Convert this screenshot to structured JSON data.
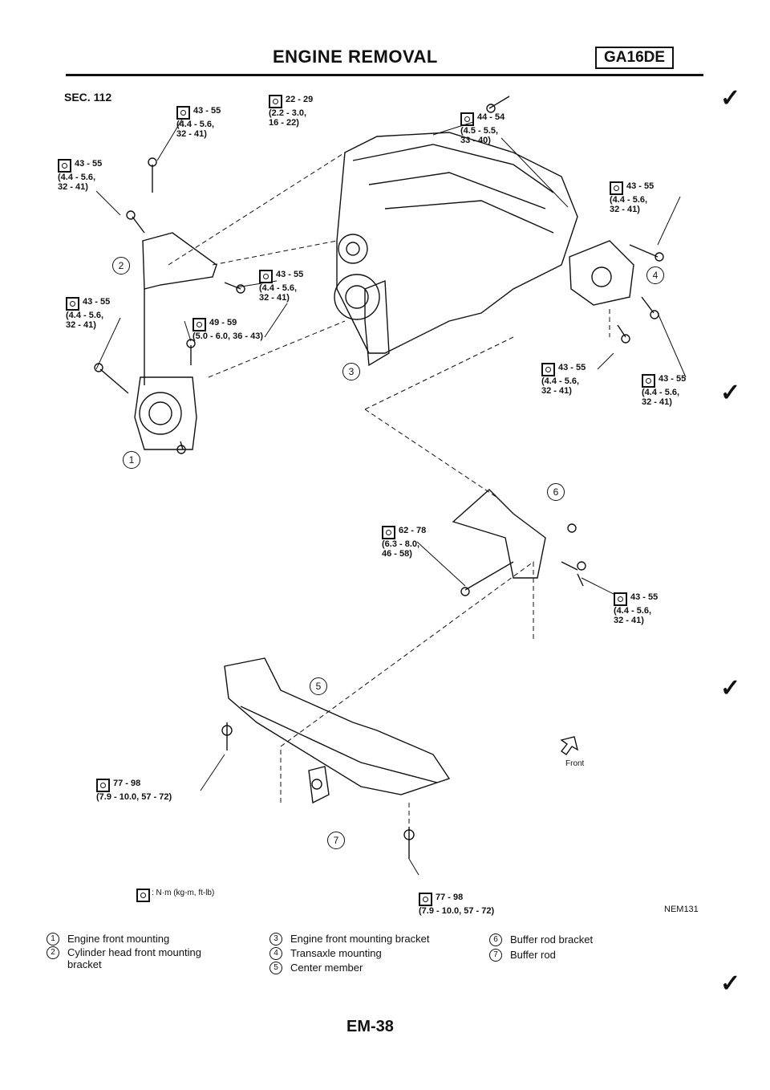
{
  "header": {
    "title": "ENGINE REMOVAL",
    "badge": "GA16DE"
  },
  "section": "SEC. 112",
  "torques": {
    "t1": "43 - 55\n(4.4 - 5.6,\n32 - 41)",
    "t2": "22 - 29\n(2.2 - 3.0,\n16 - 22)",
    "t3": "44 - 54\n(4.5 - 5.5,\n33 - 40)",
    "t4": "43 - 55\n(4.4 - 5.6,\n32 - 41)",
    "t5": "43 - 55\n(4.4 - 5.6,\n32 - 41)",
    "t6": "43 - 55\n(4.4 - 5.6,\n32 - 41)",
    "t7": "43 - 55\n(4.4 - 5.6,\n32 - 41)",
    "t8": "49 - 59\n(5.0 - 6.0, 36 - 43)",
    "t9": "43 - 55\n(4.4 - 5.6,\n32 - 41)",
    "t10": "43 - 55\n(4.4 - 5.6,\n32 - 41)",
    "t11": "62 - 78\n(6.3 - 8.0,\n46 - 58)",
    "t12": "43 - 55\n(4.4 - 5.6,\n32 - 41)",
    "t13": "77 - 98\n(7.9 - 10.0, 57 - 72)",
    "t14": "77 - 98\n(7.9 - 10.0, 57 - 72)"
  },
  "callouts": {
    "c1": "1",
    "c2": "2",
    "c3": "3",
    "c4": "4",
    "c5": "5",
    "c6": "6",
    "c7": "7"
  },
  "front_label": "Front",
  "unit_note": ": N·m (kg-m, ft-lb)",
  "figure_code": "NEM131",
  "legend": [
    {
      "num": "1",
      "text": "Engine front mounting"
    },
    {
      "num": "2",
      "text": "Cylinder head front mounting\nbracket"
    },
    {
      "num": "3",
      "text": "Engine front mounting bracket"
    },
    {
      "num": "4",
      "text": "Transaxle mounting"
    },
    {
      "num": "5",
      "text": "Center member"
    },
    {
      "num": "6",
      "text": "Buffer rod bracket"
    },
    {
      "num": "7",
      "text": "Buffer rod"
    }
  ],
  "page_number": "EM-38",
  "icons": [
    "torque-wrench-icon",
    "front-arrow-icon",
    "margin-check-mark"
  ]
}
